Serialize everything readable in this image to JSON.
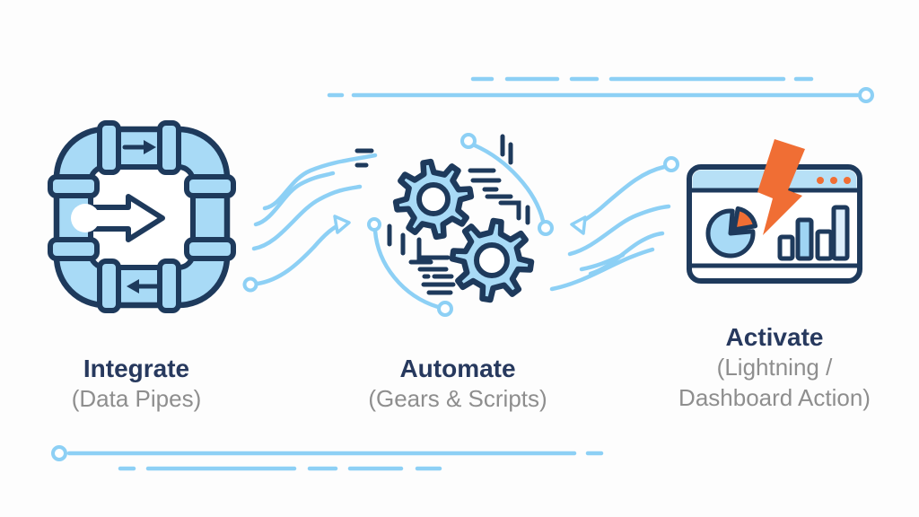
{
  "figure": {
    "steps": [
      {
        "title": "Integrate",
        "subtitle": "(Data Pipes)",
        "icon": "data-pipes-loop-icon"
      },
      {
        "title": "Automate",
        "subtitle": "(Gears & Scripts)",
        "icon": "gears-icon"
      },
      {
        "title": "Activate",
        "subtitle": "(Lightning / Dashboard Action)",
        "icon": "dashboard-lightning-icon"
      }
    ]
  },
  "colors": {
    "background": "#fdfdfd",
    "sky": "#8dd0f5",
    "light_blue": "#a8daf6",
    "title_bar_blue": "#b7e0f6",
    "navy": "#1e3a5c",
    "orange": "#f06e34",
    "text_navy": "#27395e",
    "text_gray": "#8e8e8e",
    "bar_mid_blue": "#9fd5f3",
    "bar_pale_blue": "#ddeefb"
  }
}
